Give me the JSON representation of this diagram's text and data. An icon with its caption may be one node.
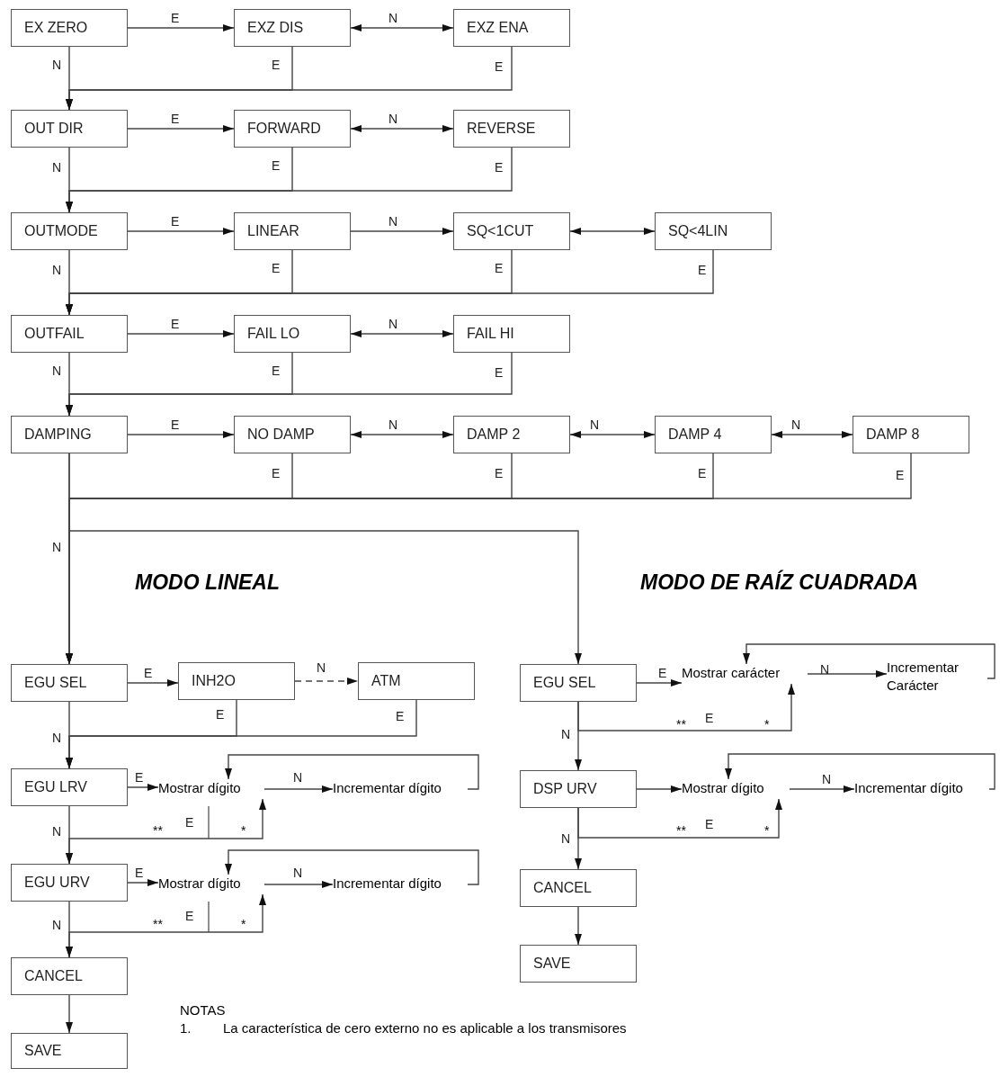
{
  "diagram": {
    "nodes": [
      {
        "text": [
          "EX ZERO"
        ]
      },
      {
        "text": [
          "EXZ DIS"
        ]
      },
      {
        "text": [
          "EXZ ENA"
        ]
      },
      {
        "text": [
          "OUT DIR"
        ]
      },
      {
        "text": [
          "FORWARD"
        ]
      },
      {
        "text": [
          "REVERSE"
        ]
      },
      {
        "text": [
          "OUTMODE"
        ]
      },
      {
        "text": [
          "LINEAR"
        ]
      },
      {
        "text": [
          "SQ<1CUT"
        ]
      },
      {
        "text": [
          "SQ<4LIN"
        ]
      },
      {
        "text": [
          "OUTFAIL"
        ]
      },
      {
        "text": [
          "FAIL LO"
        ]
      },
      {
        "text": [
          "FAIL HI"
        ]
      },
      {
        "text": [
          "DAMPING"
        ]
      },
      {
        "text": [
          "NO DAMP"
        ]
      },
      {
        "text": [
          "DAMP 2"
        ]
      },
      {
        "text": [
          "DAMP 4"
        ]
      },
      {
        "text": [
          "DAMP 8"
        ]
      },
      {
        "text": [
          "EGU SEL"
        ]
      },
      {
        "text": [
          "INH2O"
        ]
      },
      {
        "text": [
          "ATM"
        ]
      },
      {
        "text": [
          "EGU LRV"
        ]
      },
      {
        "text": [
          "Mostrar dígito"
        ]
      },
      {
        "text": [
          "Incrementar dígito"
        ]
      },
      {
        "text": [
          "EGU URV"
        ]
      },
      {
        "text": [
          "Mostrar dígito"
        ]
      },
      {
        "text": [
          "Incrementar dígito"
        ]
      },
      {
        "text": [
          "CANCEL"
        ]
      },
      {
        "text": [
          "SAVE"
        ]
      },
      {
        "text": [
          "EGU SEL"
        ]
      },
      {
        "text": [
          "Mostrar carácter"
        ]
      },
      {
        "text": [
          "Incrementar Carácter"
        ]
      },
      {
        "text": [
          "DSP URV"
        ]
      },
      {
        "text": [
          "Mostrar dígito"
        ]
      },
      {
        "text": [
          "Incrementar dígito"
        ]
      },
      {
        "text": [
          "CANCEL"
        ]
      },
      {
        "text": [
          "SAVE"
        ]
      }
    ],
    "edges": [
      {
        "from": 0,
        "to": 1,
        "arrow": "to",
        "label": "E"
      },
      {
        "from": 1,
        "to": 2,
        "arrow": "both",
        "label": "N"
      },
      {
        "from": 0,
        "to": 3,
        "arrow": "to",
        "label": "N"
      },
      {
        "from": 1,
        "to": 3,
        "arrow": "to",
        "label": "E"
      },
      {
        "from": 2,
        "to": 3,
        "arrow": "to",
        "label": "E"
      },
      {
        "from": 3,
        "to": 4,
        "arrow": "to",
        "label": "E"
      },
      {
        "from": 4,
        "to": 5,
        "arrow": "both",
        "label": "N"
      },
      {
        "from": 3,
        "to": 6,
        "arrow": "to",
        "label": "N"
      },
      {
        "from": 4,
        "to": 6,
        "arrow": "to",
        "label": "E"
      },
      {
        "from": 5,
        "to": 6,
        "arrow": "to",
        "label": "E"
      },
      {
        "from": 6,
        "to": 7,
        "arrow": "to",
        "label": "E"
      },
      {
        "from": 7,
        "to": 8,
        "arrow": "to",
        "label": "N"
      },
      {
        "from": 8,
        "to": 9,
        "arrow": "both"
      },
      {
        "from": 6,
        "to": 10,
        "arrow": "to",
        "label": "N"
      },
      {
        "from": 7,
        "to": 10,
        "arrow": "to",
        "label": "E"
      },
      {
        "from": 8,
        "to": 10,
        "arrow": "to",
        "label": "E"
      },
      {
        "from": 9,
        "to": 10,
        "arrow": "to",
        "label": "E"
      },
      {
        "from": 10,
        "to": 11,
        "arrow": "to",
        "label": "E"
      },
      {
        "from": 11,
        "to": 12,
        "arrow": "both",
        "label": "N"
      },
      {
        "from": 10,
        "to": 13,
        "arrow": "to",
        "label": "N"
      },
      {
        "from": 11,
        "to": 13,
        "arrow": "to",
        "label": "E"
      },
      {
        "from": 12,
        "to": 13,
        "arrow": "to",
        "label": "E"
      },
      {
        "from": 13,
        "to": 14,
        "arrow": "to",
        "label": "E"
      },
      {
        "from": 14,
        "to": 15,
        "arrow": "both",
        "label": "N"
      },
      {
        "from": 15,
        "to": 16,
        "arrow": "both",
        "label": "N"
      },
      {
        "from": 16,
        "to": 17,
        "arrow": "both",
        "label": "N"
      },
      {
        "from": 14,
        "to": 18,
        "arrow": "to",
        "label": "E"
      },
      {
        "from": 15,
        "to": 18,
        "arrow": "to",
        "label": "E"
      },
      {
        "from": 16,
        "to": 18,
        "arrow": "to",
        "label": "E"
      },
      {
        "from": 17,
        "to": 18,
        "arrow": "to",
        "label": "E"
      },
      {
        "from": 13,
        "to": 18,
        "arrow": "to",
        "label": "N"
      },
      {
        "from": 13,
        "to": 29,
        "arrow": "to"
      },
      {
        "from": 18,
        "to": 19,
        "arrow": "to",
        "label": "E"
      },
      {
        "from": 19,
        "to": 20,
        "arrow": "to",
        "label": "N",
        "style": "dashed"
      },
      {
        "from": 18,
        "to": 21,
        "arrow": "to",
        "label": "N"
      },
      {
        "from": 19,
        "to": 21,
        "arrow": "to",
        "label": "E"
      },
      {
        "from": 20,
        "to": 21,
        "arrow": "to",
        "label": "E"
      },
      {
        "from": 21,
        "to": 22,
        "arrow": "to",
        "label": "E"
      },
      {
        "from": 22,
        "to": 23,
        "arrow": "to",
        "label": "N"
      },
      {
        "from": 23,
        "to": 22,
        "arrow": "to"
      },
      {
        "from": 22,
        "to": 24,
        "arrow": "both",
        "label": "E"
      },
      {
        "from": 21,
        "to": 24,
        "arrow": "to",
        "label": "N"
      },
      {
        "from": 24,
        "to": 25,
        "arrow": "to",
        "label": "E"
      },
      {
        "from": 25,
        "to": 26,
        "arrow": "to",
        "label": "N"
      },
      {
        "from": 26,
        "to": 25,
        "arrow": "to"
      },
      {
        "from": 25,
        "to": 27,
        "arrow": "both",
        "label": "E"
      },
      {
        "from": 24,
        "to": 27,
        "arrow": "to",
        "label": "N"
      },
      {
        "from": 27,
        "to": 28,
        "arrow": "to"
      },
      {
        "from": 29,
        "to": 30,
        "arrow": "to",
        "label": "E"
      },
      {
        "from": 30,
        "to": 31,
        "arrow": "to",
        "label": "N"
      },
      {
        "from": 31,
        "to": 30,
        "arrow": "to"
      },
      {
        "from": 29,
        "to": 30,
        "arrow": "to",
        "label": "E"
      },
      {
        "from": 29,
        "to": 32,
        "arrow": "to",
        "label": "N"
      },
      {
        "from": 32,
        "to": 33,
        "arrow": "to"
      },
      {
        "from": 33,
        "to": 34,
        "arrow": "to",
        "label": "N"
      },
      {
        "from": 34,
        "to": 33,
        "arrow": "to"
      },
      {
        "from": 32,
        "to": 33,
        "arrow": "to",
        "label": "E"
      },
      {
        "from": 32,
        "to": 35,
        "arrow": "to",
        "label": "N"
      },
      {
        "from": 35,
        "to": 36,
        "arrow": "to"
      }
    ],
    "labels": [
      "MODO LINEAL",
      "MODO DE RAÍZ CUADRADA",
      "**",
      "*",
      "**",
      "*",
      "**",
      "*",
      "**",
      "*",
      "NOTAS",
      "1.",
      "La característica de cero externo no es aplicable a los transmisores"
    ]
  }
}
